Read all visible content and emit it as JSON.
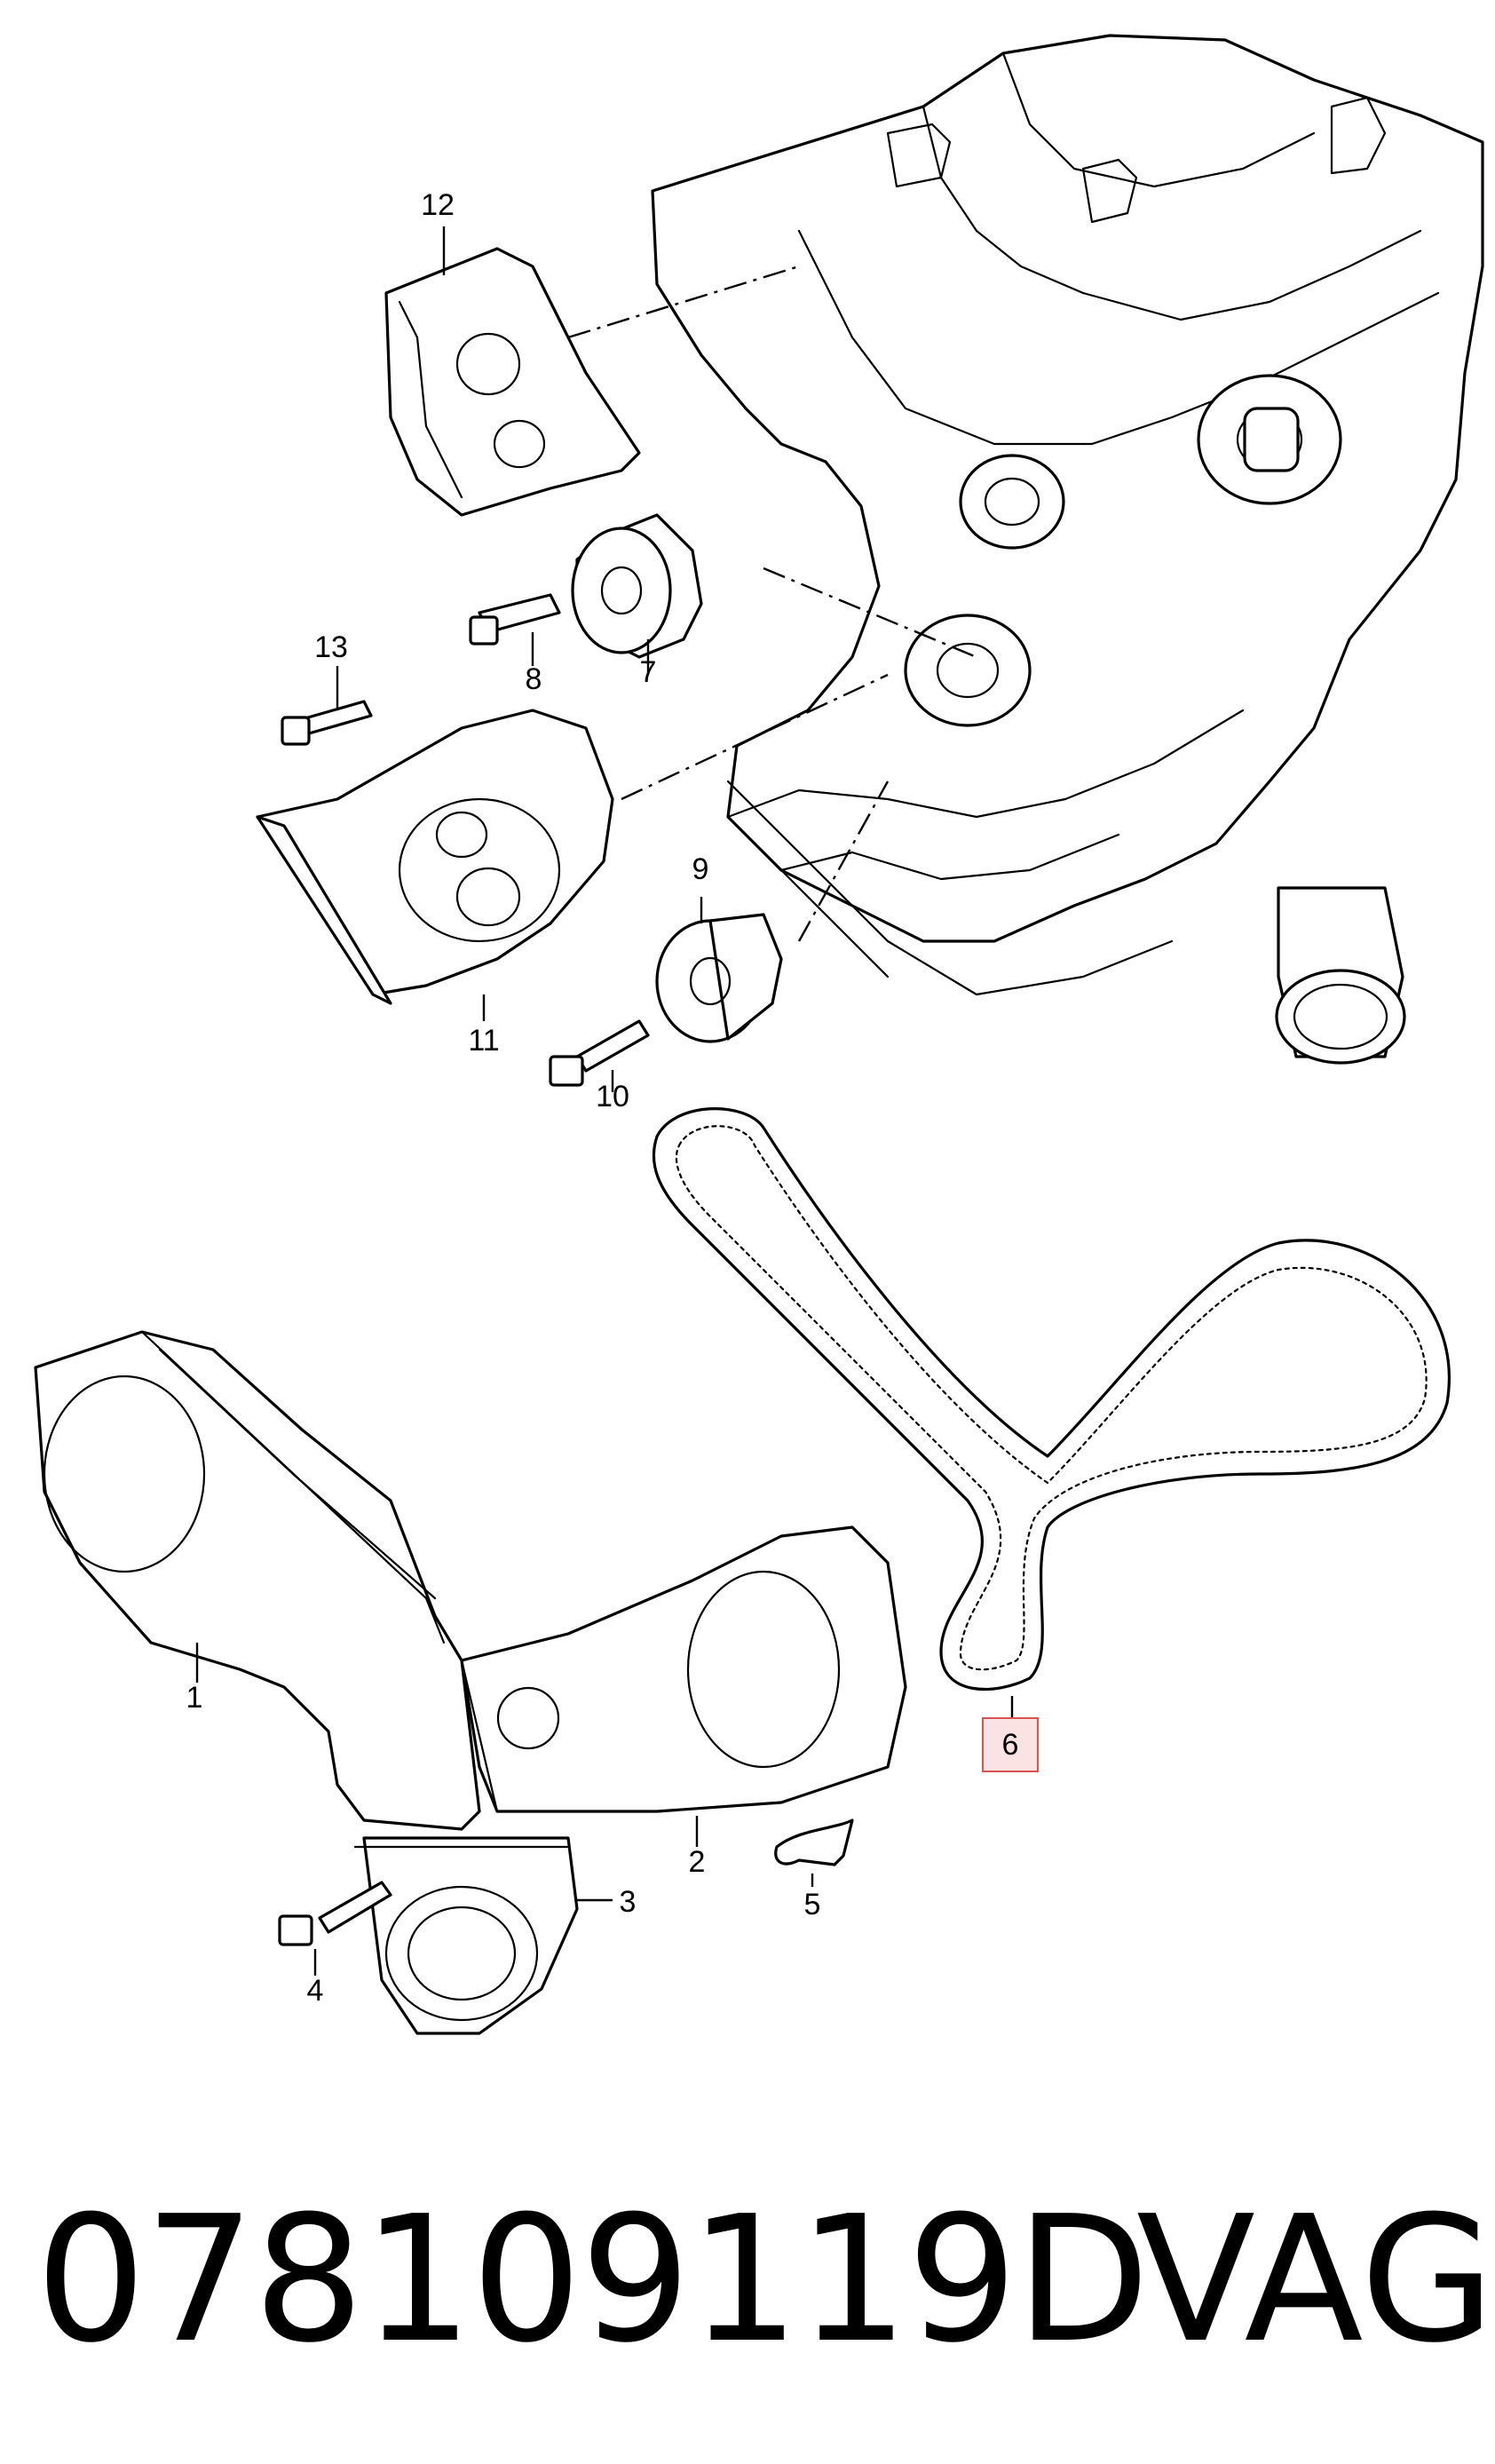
{
  "diagram": {
    "callouts": [
      "12",
      "13",
      "8",
      "7",
      "11",
      "9",
      "10",
      "6",
      "1",
      "2",
      "3",
      "4",
      "5"
    ],
    "highlighted_callout": "6"
  },
  "footer": {
    "part_number": "078109119D",
    "brand": "VAG"
  }
}
